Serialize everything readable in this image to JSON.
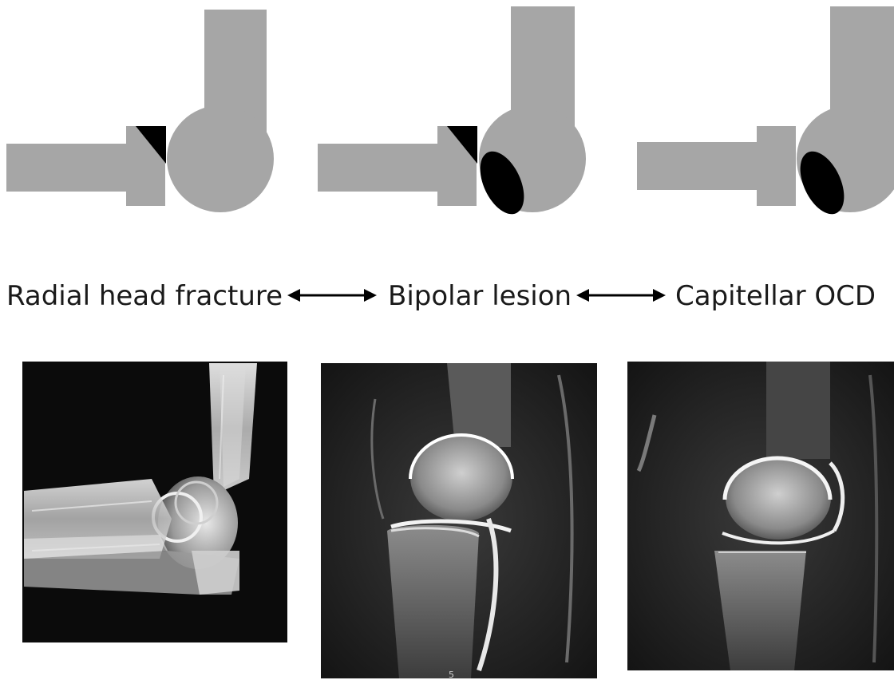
{
  "labels": {
    "left": "Radial head fracture",
    "middle": "Bipolar lesion",
    "right": "Capitellar OCD"
  },
  "arrows": [
    {
      "direction": "bidirectional"
    },
    {
      "direction": "bidirectional"
    }
  ],
  "panels": [
    {
      "kind": "x-ray",
      "view": "lateral elbow radiograph"
    },
    {
      "kind": "mri",
      "view": "sagittal elbow MRI",
      "corner_mark": "5"
    },
    {
      "kind": "mri",
      "view": "sagittal elbow MRI"
    }
  ],
  "colors": {
    "schematic_gray": "#a6a6a6",
    "lesion_black": "#000000",
    "background": "#ffffff",
    "scan_background": "#050505"
  }
}
